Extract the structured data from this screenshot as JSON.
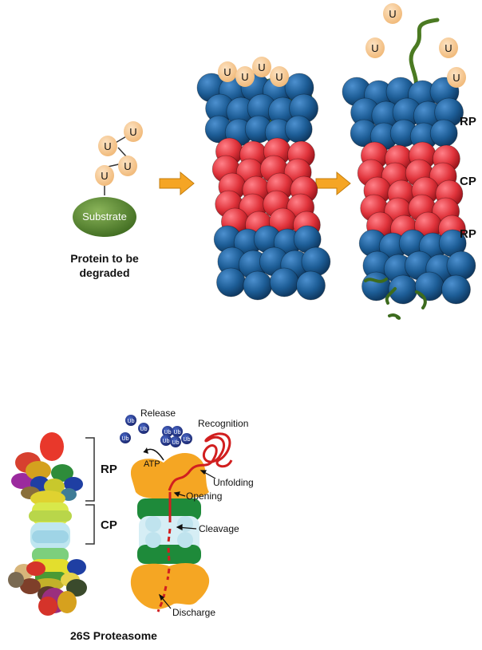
{
  "top": {
    "substrate_label": "Substrate",
    "substrate_caption_line1": "Protein to be",
    "substrate_caption_line2": "degraded",
    "ub_letter": "U",
    "rp_top": "RP",
    "cp": "CP",
    "rp_bottom": "RP"
  },
  "bottom": {
    "title": "26S Proteasome",
    "rp": "RP",
    "cp": "CP",
    "ub_short": "Ub",
    "release": "Release",
    "recognition": "Recognition",
    "atp": "ATP",
    "unfolding": "Unfolding",
    "opening": "Opening",
    "cleavage": "Cleavage",
    "discharge": "Discharge"
  },
  "colors": {
    "blue_subunit": "#1d5d96",
    "red_subunit": "#e0333b",
    "substrate_green": "#4e7d2c",
    "peptide_green": "#3d6b1e",
    "ub_orange": "#f6c790",
    "arrow_orange": "#f5a524",
    "lid_orange": "#f5a623",
    "ring_green": "#1e8a3a",
    "ring_light": "#cde8f0",
    "ub_blue": "#1f2f80",
    "chain_red": "#d11f1f"
  }
}
